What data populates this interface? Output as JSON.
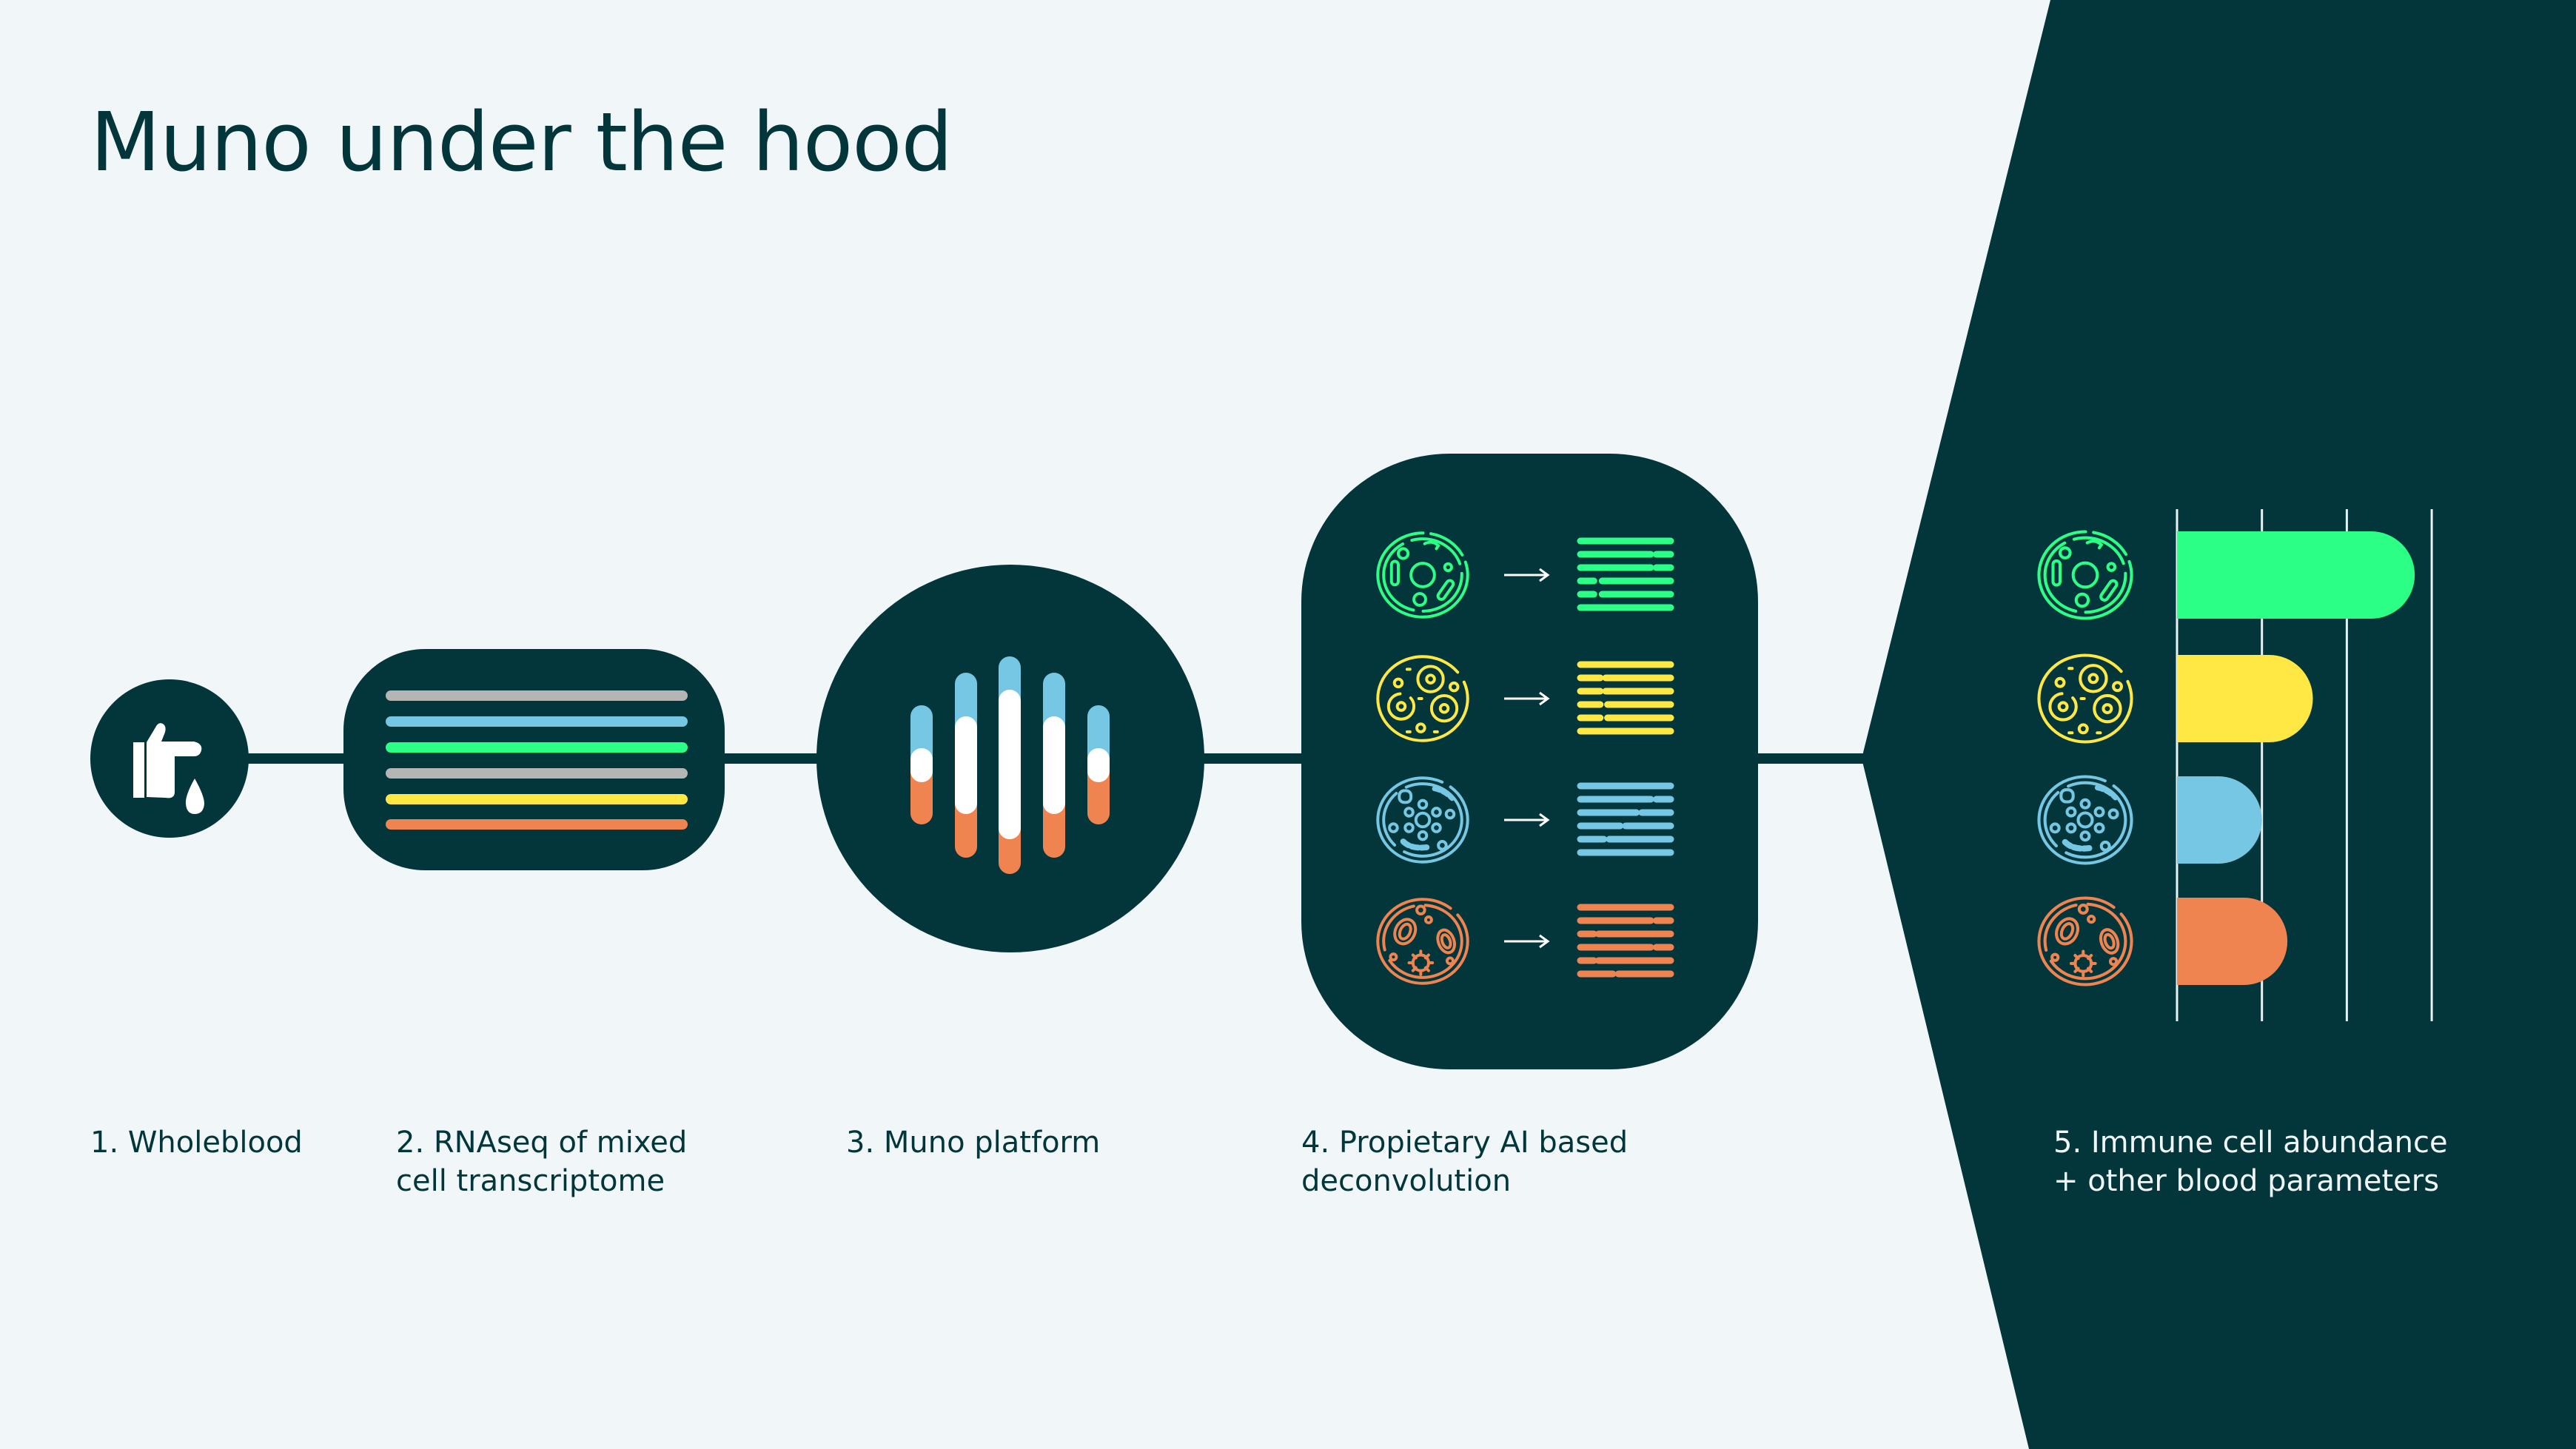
{
  "title": "Muno under the hood",
  "steps": [
    {
      "line1": "1. Wholeblood",
      "line2": "",
      "icon": "hand-blood-drop-icon"
    },
    {
      "line1": "2. RNAseq of mixed",
      "line2": "cell transcriptome",
      "icon": "rnaseq-lines-icon"
    },
    {
      "line1": "3. Muno platform",
      "line2": "",
      "icon": "muno-platform-bars-icon"
    },
    {
      "line1": "4. Propietary AI based",
      "line2": "deconvolution",
      "icon": "cell-deconvolution-icon"
    },
    {
      "line1": "5. Immune cell abundance",
      "line2": "+ other  blood parameters",
      "icon": "abundance-bar-chart"
    }
  ],
  "colors": {
    "dark": "#02363b",
    "background": "#f1f7f9",
    "green": "#2cff85",
    "yellow": "#ffe843",
    "blue": "#76c7e3",
    "orange": "#f08451",
    "gray": "#b5b5b5",
    "white": "#ffffff"
  },
  "rnaseq_line_colors": [
    "#b5b5b5",
    "#76c7e3",
    "#2cff85",
    "#b5b5b5",
    "#ffe843",
    "#f08451"
  ],
  "chart_data": {
    "type": "bar",
    "orientation": "horizontal",
    "title": "",
    "categories": [
      "cell type 1 (green)",
      "cell type 2 (yellow)",
      "cell type 3 (blue)",
      "cell type 4 (orange)"
    ],
    "values": [
      2.8,
      1.6,
      1.0,
      1.3
    ],
    "colors": [
      "#2cff85",
      "#ffe843",
      "#76c7e3",
      "#f08451"
    ],
    "xlim": [
      0,
      3
    ],
    "grid": true,
    "gridlines": [
      0,
      1,
      2,
      3
    ],
    "xlabel": "",
    "ylabel": ""
  }
}
